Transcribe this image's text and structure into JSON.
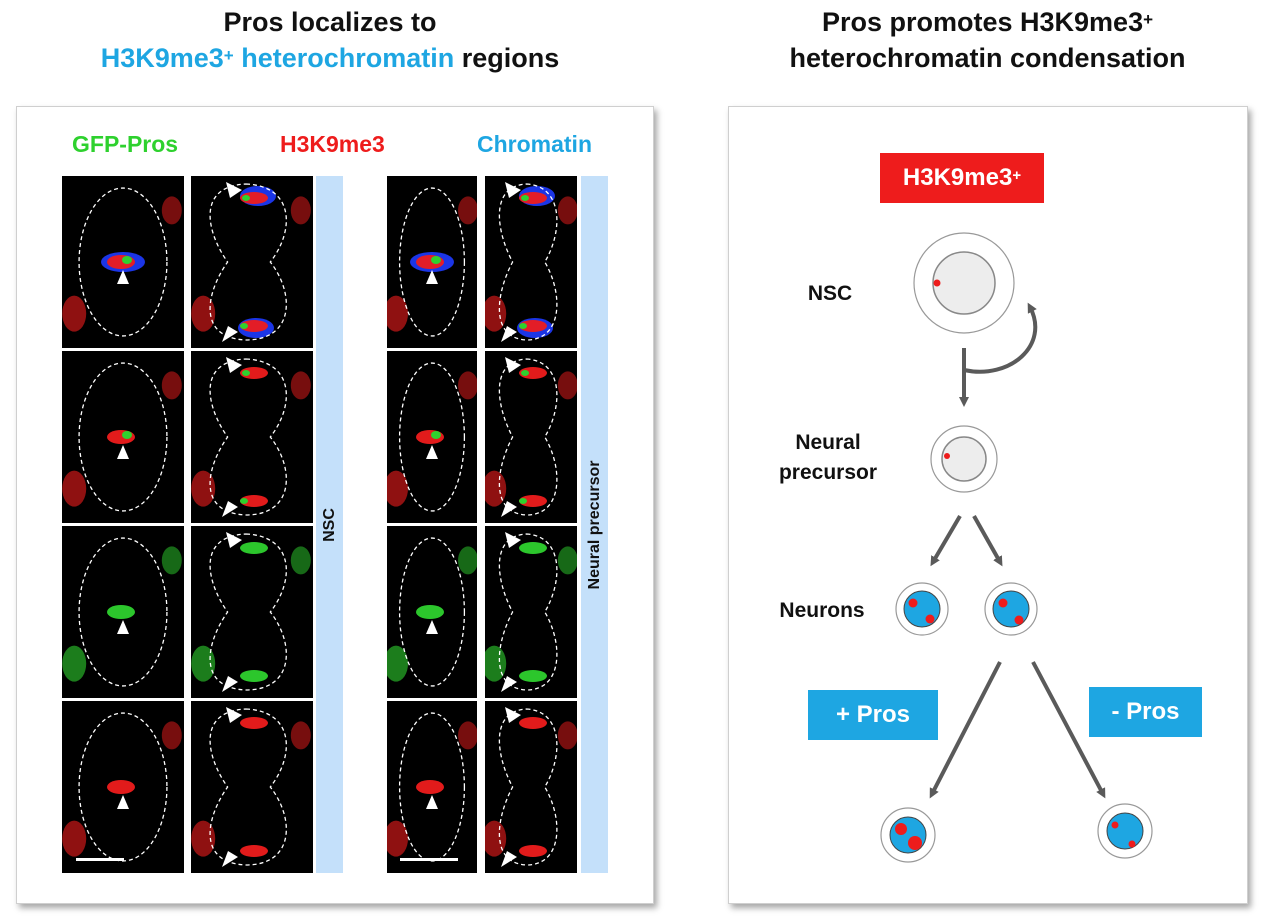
{
  "left_title": {
    "line1": "Pros localizes to",
    "line2_highlight": "H3K9me3",
    "line2_sup": "+",
    "line2_highlight2": " heterochromatin",
    "line2_rest": " regions"
  },
  "right_title": {
    "line1": "Pros promotes H3K9me3",
    "line1_sup": "+",
    "line2": "heterochromatin condensation"
  },
  "channels": [
    {
      "label": "GFP-Pros",
      "color": "#2ed12e"
    },
    {
      "label": "H3K9me3",
      "color": "#ee1c1c"
    },
    {
      "label": "Chromatin",
      "color": "#1ea6e2"
    }
  ],
  "sidebars": {
    "left": "NSC",
    "right": "Neural precursor"
  },
  "diagram": {
    "h3k9me3_box": "H3K9me3",
    "nsc_label": "NSC",
    "precursor_label": "Neural\nprecursor",
    "neurons_label": "Neurons",
    "plus_pros": "+ Pros",
    "minus_pros": "- Pros"
  },
  "colors": {
    "accent_blue": "#1ea6e2",
    "red": "#ee1c1c",
    "green": "#2ed12e",
    "sidebar": "#c4e0fa"
  }
}
